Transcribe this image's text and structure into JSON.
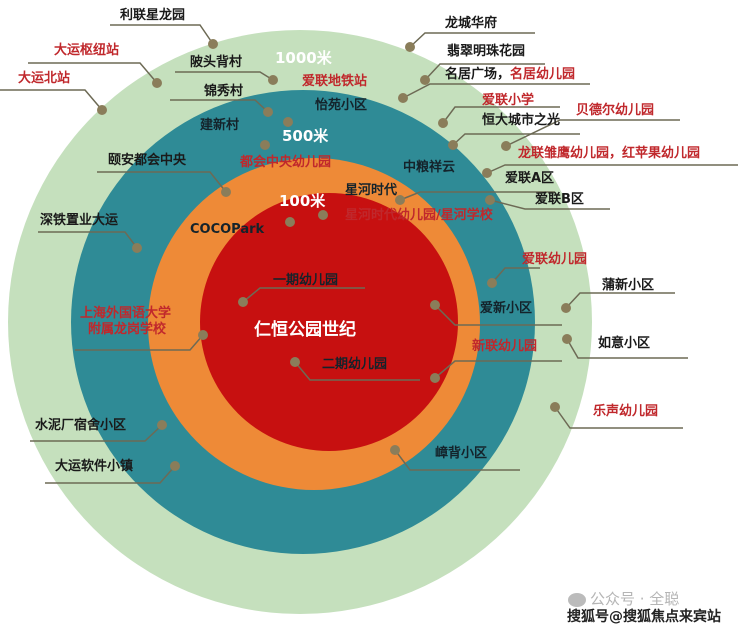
{
  "title": "仁恒公园世纪",
  "rings": [
    {
      "label": "1000米",
      "color": "#c5e0bd"
    },
    {
      "label": "500米",
      "color": "#2f8b96"
    },
    {
      "label": "100米",
      "color": "#ee8a37"
    },
    {
      "label": "仁恒公园世纪",
      "color": "#c71010"
    }
  ],
  "labels": {
    "lilian": "利联星龙园",
    "dayun_hub": "大运枢纽站",
    "dayun_north": "大运北站",
    "pitou": "陂头背村",
    "jinxiu": "锦秀村",
    "ailian_metro": "爱联地铁站",
    "yiyuan": "怡苑小区",
    "jianxin": "建新村",
    "duhui_kg": "都会中央幼儿园",
    "yian": "颐安都会中央",
    "xinghe": "星河时代",
    "xinghe_school": "星河时代幼儿园/星河学校",
    "shentie": "深铁置业大运",
    "cocopark": "COCOPark",
    "longcheng": "龙城华府",
    "feicui": "翡翠明珠花园",
    "mingju": "名居广场，",
    "mingju_kg": "名居幼儿园",
    "ailian_primary": "爱联小学",
    "beideer": "贝德尔幼儿园",
    "hengda": "恒大城市之光",
    "longlian": "龙联雏鹰幼儿园，红苹果幼儿园",
    "zhongliang": "中粮祥云",
    "ailian_a": "爱联A区",
    "ailian_b": "爱联B区",
    "ailian_kg": "爱联幼儿园",
    "puxin": "蒲新小区",
    "aixin": "爱新小区",
    "ruyi": "如意小区",
    "xinlian_kg": "新联幼儿园",
    "lesheng_kg": "乐声幼儿园",
    "fengbei": "嶂背小区",
    "phase1_kg": "一期幼儿园",
    "phase2_kg": "二期幼儿园",
    "sisu": "上海外国语大学",
    "sisu2": "附属龙岗学校",
    "shuini": "水泥厂宿舍小区",
    "software": "大运软件小镇"
  },
  "watermark": {
    "line1": "公众号 · 全聪",
    "line2": "搜狐号@搜狐焦点来宾站"
  }
}
